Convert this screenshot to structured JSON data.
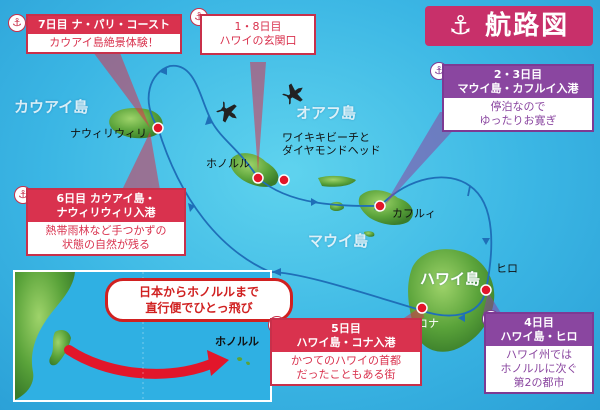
{
  "title": "航路図",
  "islands": {
    "kauai": "カウアイ島",
    "oahu": "オアフ島",
    "maui": "マウイ島",
    "hawaii": "ハワイ島"
  },
  "places": {
    "nawiliwili": "ナウィリウィリ",
    "honolulu": "ホノルル",
    "waikiki": "ワイキキビーチと\nダイヤモンドヘッド",
    "kahului": "カフルィ",
    "hilo": "ヒロ",
    "kona": "コナ"
  },
  "stops": {
    "day7": {
      "header": "7日目 ナ・パリ・コースト",
      "body": "カウアイ島絶景体験！"
    },
    "day18": {
      "header": "1・8日目\nハワイの玄関口"
    },
    "day23": {
      "header": "2・3日目\nマウイ島・カフルイ入港",
      "body": "停泊なので\nゆったりお寛ぎ"
    },
    "day6": {
      "header": "6日目 カウアイ島・\nナウィリウィリ入港",
      "body": "熱帯雨林など手つかずの\n状態の自然が残る"
    },
    "day5": {
      "header": "5日目\nハワイ島・コナ入港",
      "body": "かつてのハワイの首都\nだったこともある街"
    },
    "day4": {
      "header": "4日目\nハワイ島・ヒロ",
      "body": "ハワイ州では\nホノルルに次ぐ\n第2の都市"
    }
  },
  "inset": {
    "callout": "日本からホノルルまで\n直行便でひとっ飛び",
    "honolulu": "ホノルル"
  },
  "colors": {
    "ocean": "#3bb6e4",
    "route": "#1f6fb8",
    "accent_red": "#d9324e",
    "accent_purple": "#8a46a0",
    "title_bg": "#c8306a",
    "land": "#5aa33a"
  },
  "icons": [
    "anchor-icon",
    "airplane-icon",
    "port-marker"
  ]
}
